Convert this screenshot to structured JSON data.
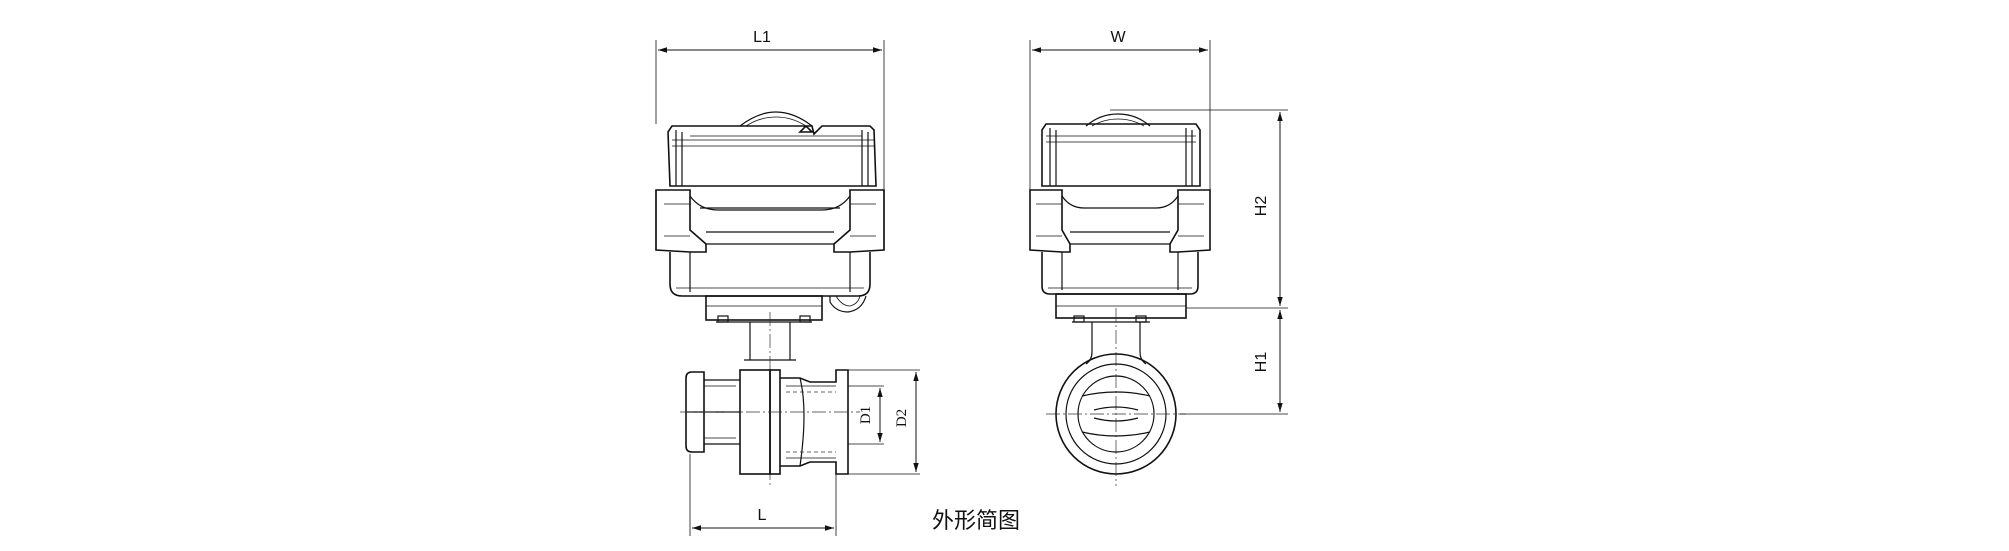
{
  "dimensions": {
    "front": {
      "L1": "L1",
      "L": "L",
      "D1": "D1",
      "D2": "D2"
    },
    "side": {
      "W": "W",
      "H1": "H1",
      "H2": "H2"
    }
  },
  "caption": "外形简图",
  "colors": {
    "line": "#111111",
    "background": "#ffffff"
  }
}
